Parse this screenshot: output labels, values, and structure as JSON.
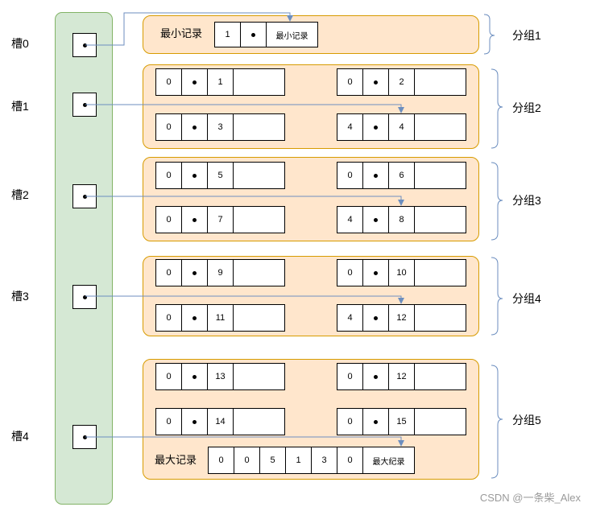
{
  "slots": [
    {
      "label": "槽0"
    },
    {
      "label": "槽1"
    },
    {
      "label": "槽2"
    },
    {
      "label": "槽3"
    },
    {
      "label": "槽4"
    }
  ],
  "groups": [
    {
      "label": "分组1"
    },
    {
      "label": "分组2"
    },
    {
      "label": "分组3"
    },
    {
      "label": "分组4"
    },
    {
      "label": "分组5"
    }
  ],
  "min_record": {
    "label": "最小记录",
    "cells": [
      "1",
      "•",
      "最小记录"
    ]
  },
  "max_record": {
    "label": "最大记录",
    "cells": [
      "0",
      "0",
      "5",
      "1",
      "3",
      "0",
      "最大纪录"
    ]
  },
  "records": [
    {
      "cells": [
        "0",
        "•",
        "1"
      ]
    },
    {
      "cells": [
        "0",
        "•",
        "2"
      ]
    },
    {
      "cells": [
        "0",
        "•",
        "3"
      ]
    },
    {
      "cells": [
        "4",
        "•",
        "4"
      ]
    },
    {
      "cells": [
        "0",
        "•",
        "5"
      ]
    },
    {
      "cells": [
        "0",
        "•",
        "6"
      ]
    },
    {
      "cells": [
        "0",
        "•",
        "7"
      ]
    },
    {
      "cells": [
        "4",
        "•",
        "8"
      ]
    },
    {
      "cells": [
        "0",
        "•",
        "9"
      ]
    },
    {
      "cells": [
        "0",
        "•",
        "10"
      ]
    },
    {
      "cells": [
        "0",
        "•",
        "11"
      ]
    },
    {
      "cells": [
        "4",
        "•",
        "12"
      ]
    },
    {
      "cells": [
        "0",
        "•",
        "13"
      ]
    },
    {
      "cells": [
        "0",
        "•",
        "12"
      ]
    },
    {
      "cells": [
        "0",
        "•",
        "14"
      ]
    },
    {
      "cells": [
        "0",
        "•",
        "15"
      ]
    }
  ],
  "watermark": "CSDN @一条柴_Alex",
  "colors": {
    "slot_fill": "#d5e8d4",
    "slot_stroke": "#82b366",
    "group_fill": "#ffe6cc",
    "group_stroke": "#d79b00",
    "arrow": "#6c8ebf",
    "brace": "#6c8ebf"
  }
}
